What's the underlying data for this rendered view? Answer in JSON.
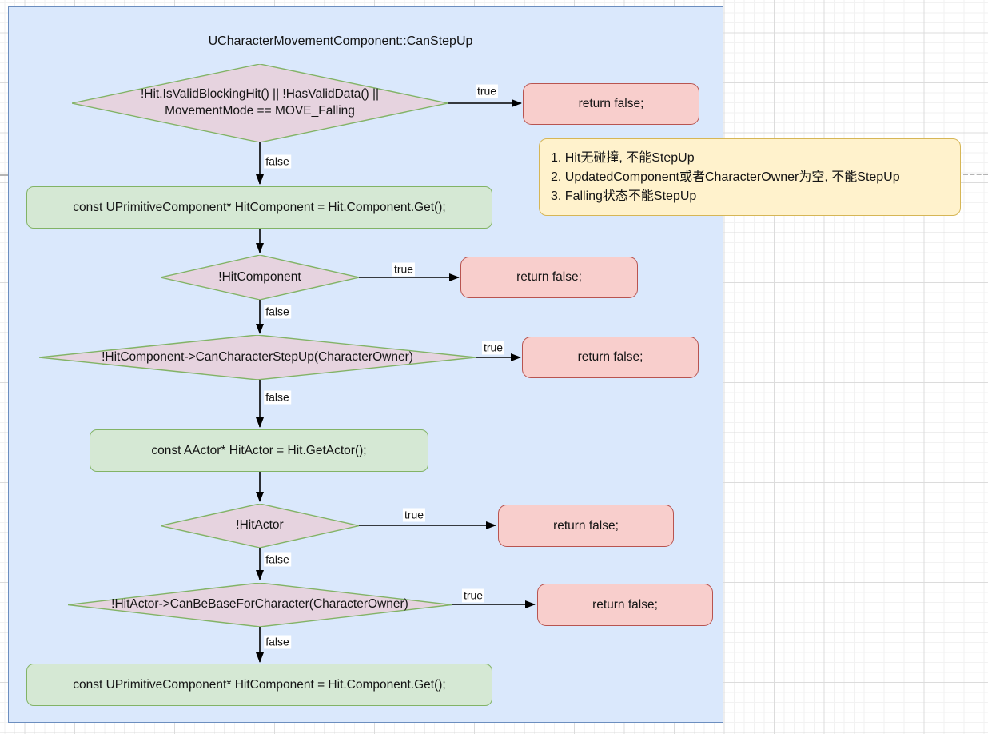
{
  "diagram_title": "UCharacterMovementComponent::CanStepUp",
  "nodes": {
    "decision1": {
      "line1": "!Hit.IsValidBlockingHit() || !HasValidData() ||",
      "line2": "MovementMode == MOVE_Falling"
    },
    "process1": {
      "label": "const UPrimitiveComponent* HitComponent = Hit.Component.Get();"
    },
    "decision2": {
      "label": "!HitComponent"
    },
    "decision3": {
      "label": "!HitComponent->CanCharacterStepUp(CharacterOwner)"
    },
    "process2": {
      "label": "const AActor* HitActor = Hit.GetActor();"
    },
    "decision4": {
      "label": "!HitActor"
    },
    "decision5": {
      "label": "!HitActor->CanBeBaseForCharacter(CharacterOwner)"
    },
    "process3": {
      "label": "const UPrimitiveComponent* HitComponent = Hit.Component.Get();"
    },
    "return1": {
      "label": "return false;"
    },
    "return2": {
      "label": "return false;"
    },
    "return3": {
      "label": "return false;"
    },
    "return4": {
      "label": "return false;"
    },
    "return5": {
      "label": "return false;"
    }
  },
  "note": {
    "line1": "1. Hit无碰撞, 不能StepUp",
    "line2": "2. UpdatedComponent或者CharacterOwner为空, 不能StepUp",
    "line3": "3. Falling状态不能StepUp"
  },
  "edge_labels": {
    "true": "true",
    "false": "false"
  },
  "colors": {
    "container_fill": "#dae8fc",
    "container_stroke": "#6c8ebf",
    "process_fill": "#d5e8d4",
    "process_stroke": "#82b366",
    "decision_fill": "#e6d3df",
    "decision_stroke": "#82b366",
    "terminal_fill": "#f8cecc",
    "terminal_stroke": "#b85450",
    "note_fill": "#fff2cc",
    "note_stroke": "#d6b656",
    "edge_stroke": "#000000",
    "grid_minor": "#f2f2f2",
    "grid_major": "#dcdcdc"
  }
}
